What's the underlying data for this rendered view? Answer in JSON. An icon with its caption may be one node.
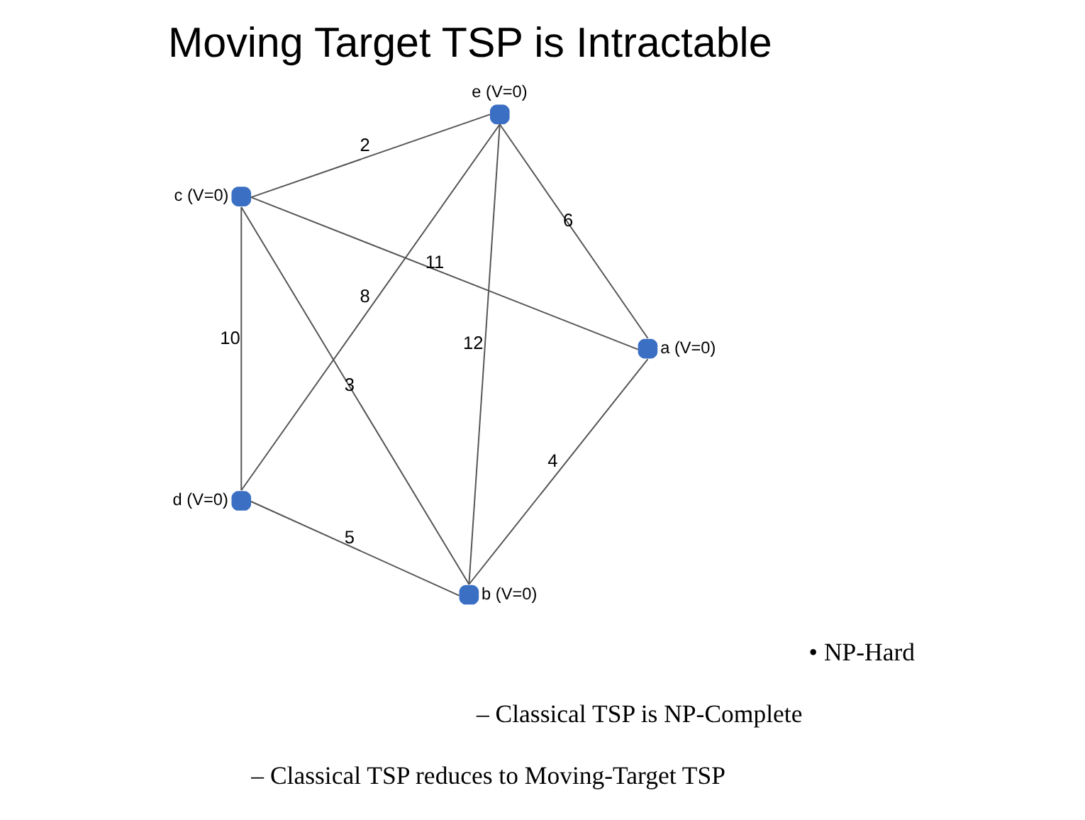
{
  "diagram": {
    "title": "Moving Target TSP is Intractable",
    "nodes": [
      {
        "text": [],
        "shape": "circle",
        "beside": [
          "a",
          "(V=0)"
        ]
      },
      {
        "text": [],
        "shape": "circle",
        "beside": [
          "e",
          "(V=0)"
        ]
      },
      {
        "text": [],
        "shape": "circle",
        "beside": [
          "b",
          "(V=0)"
        ]
      },
      {
        "text": [],
        "shape": "circle",
        "beside": [
          "d",
          "(V=0)"
        ]
      },
      {
        "text": [],
        "shape": "circle",
        "beside": [
          "c",
          "(V=0)"
        ]
      }
    ],
    "edges": [
      {
        "from": 0,
        "to": 1,
        "arrow": "none",
        "label": "6"
      },
      {
        "from": 0,
        "to": 2,
        "arrow": "none",
        "label": "4"
      },
      {
        "from": 0,
        "to": 4,
        "arrow": "none",
        "label": "11"
      },
      {
        "from": 1,
        "to": 2,
        "arrow": "none",
        "label": "12"
      },
      {
        "from": 1,
        "to": 4,
        "arrow": "none",
        "label": "2"
      },
      {
        "from": 2,
        "to": 3,
        "arrow": "none",
        "label": "5"
      },
      {
        "from": 1,
        "to": 3,
        "arrow": "none",
        "label": "8"
      },
      {
        "from": 2,
        "to": 4,
        "arrow": "none",
        "label": "3"
      },
      {
        "from": 3,
        "to": 4,
        "arrow": "none",
        "label": "10"
      }
    ],
    "labels": [
      "• NP-Hard",
      "– Classical TSP is NP-Complete",
      "– Classical TSP reduces to Moving-Target TSP"
    ]
  }
}
